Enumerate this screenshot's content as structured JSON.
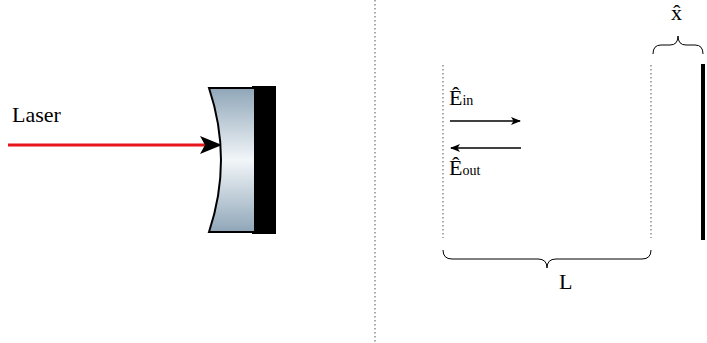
{
  "diagram": {
    "labels": [
      "Laser",
      "Êin",
      "Êout",
      "L",
      "x̂"
    ]
  }
}
